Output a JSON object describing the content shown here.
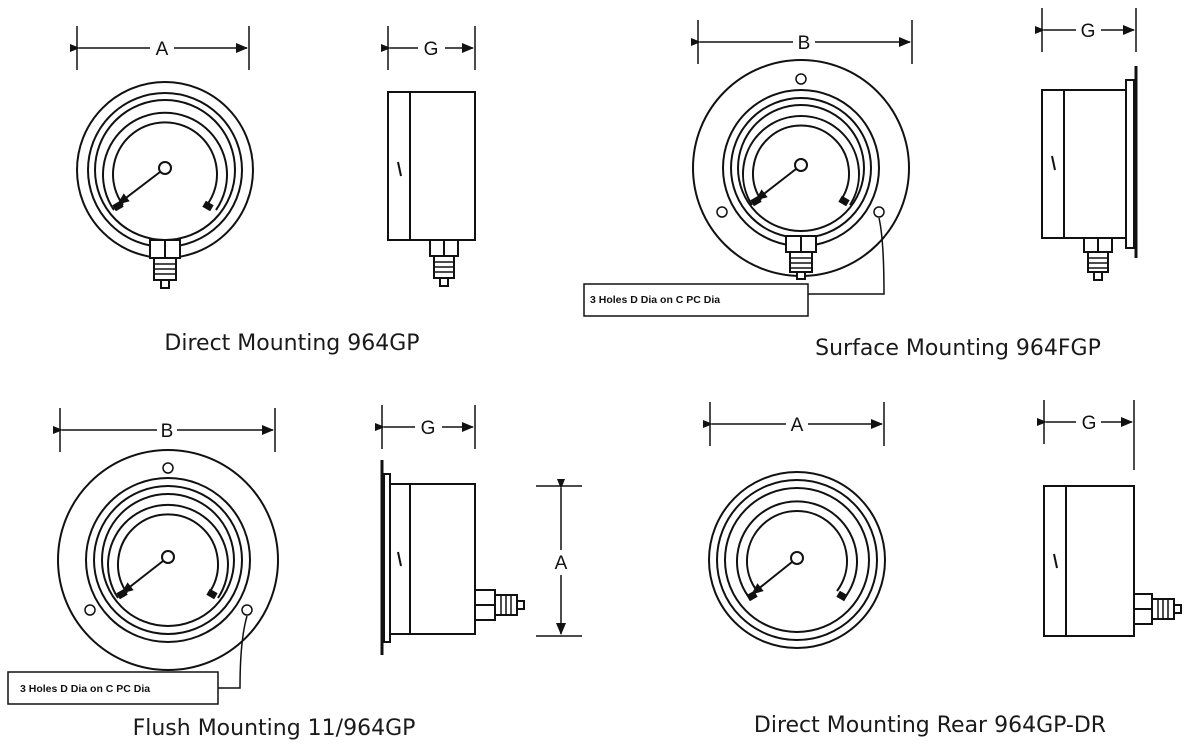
{
  "views": {
    "direct": {
      "caption": "Direct Mounting 964GP",
      "dim_front": "A",
      "dim_side": "G"
    },
    "surface": {
      "caption": "Surface Mounting 964FGP",
      "dim_front": "B",
      "dim_side": "G",
      "holes_note": "3 Holes D Dia on C PC Dia"
    },
    "flush": {
      "caption": "Flush Mounting 11/964GP",
      "dim_front": "B",
      "dim_side": "G",
      "dim_height": "A",
      "holes_note": "3 Holes D Dia on C PC Dia"
    },
    "rear": {
      "caption": "Direct Mounting Rear 964GP-DR",
      "dim_front": "A",
      "dim_side": "G"
    }
  }
}
